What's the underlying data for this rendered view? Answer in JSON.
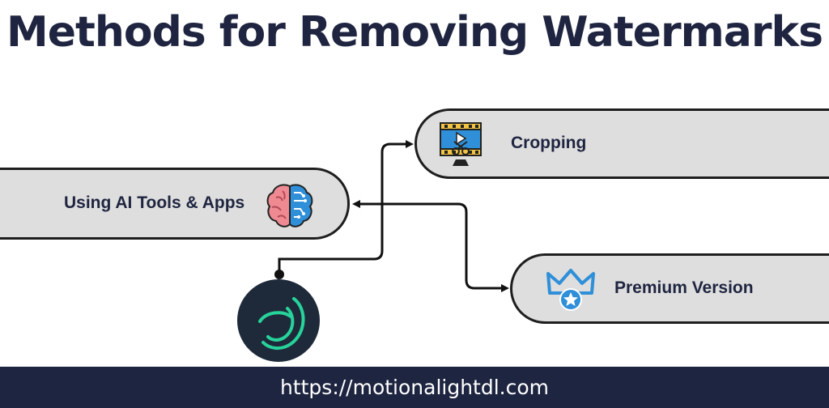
{
  "title": "Methods for Removing Watermarks",
  "nodes": {
    "ai": {
      "label": "Using AI Tools & Apps",
      "icon": "brain-circuit-icon"
    },
    "crop": {
      "label": "Cropping",
      "icon": "video-scissors-icon"
    },
    "premium": {
      "label": "Premium Version",
      "icon": "crown-star-icon"
    }
  },
  "logo": {
    "icon": "alight-motion-logo-icon"
  },
  "footer": {
    "url": "https://motionalightdl.com"
  },
  "colors": {
    "title": "#1f2540",
    "pill_fill": "#dedede",
    "pill_border": "#1e1e1e",
    "footer_bg": "#1e2540",
    "logo_bg": "#1e2a3a",
    "logo_accent": "#27d39a",
    "icon_blue": "#2f8fd8",
    "brain_pink": "#ef8a93"
  }
}
